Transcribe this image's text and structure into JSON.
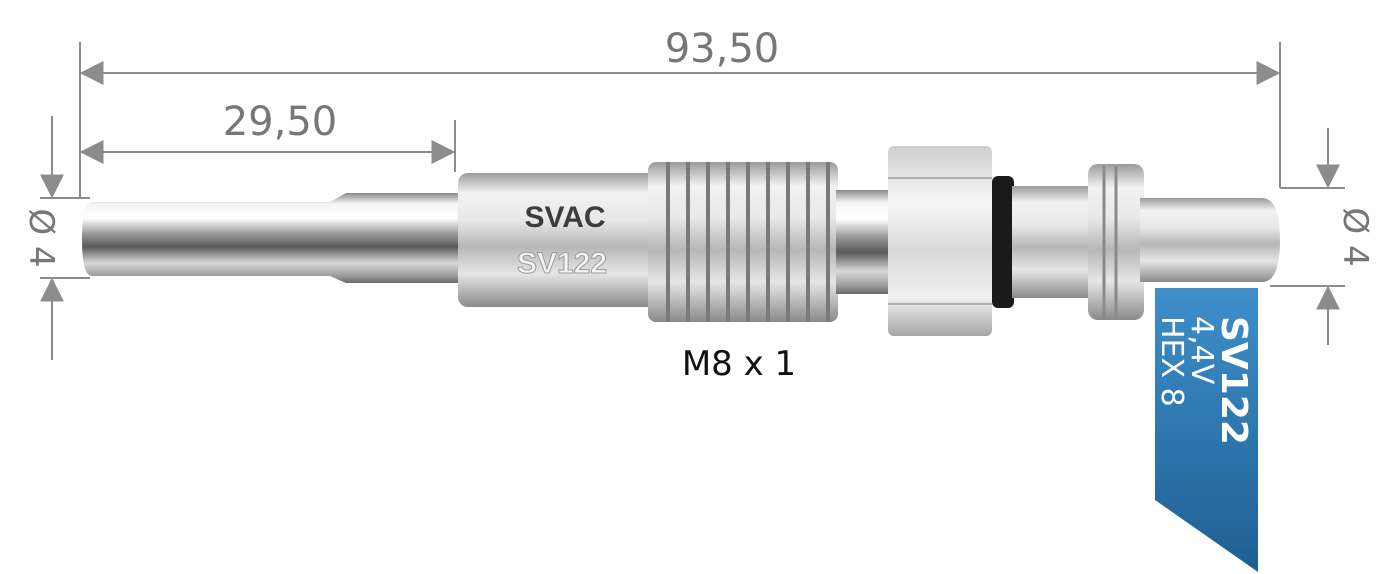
{
  "dimensions": {
    "overall_length": "93,50",
    "tip_length": "29,50",
    "tip_diameter": "Ø 4",
    "terminal_diameter": "Ø 4",
    "thread": "M8 x 1"
  },
  "engraving": {
    "brand": "SVAC",
    "part_number": "SV122"
  },
  "label": {
    "part_number": "SV122",
    "voltage": "4,4V",
    "hex": "HEX 8"
  },
  "colors": {
    "dimension_line": "#8c8c8c",
    "label_top": "#3f8fcb",
    "label_bottom": "#1d5f93",
    "metal_light": "#f4f4f4",
    "metal_dark": "#5a5a5a"
  }
}
